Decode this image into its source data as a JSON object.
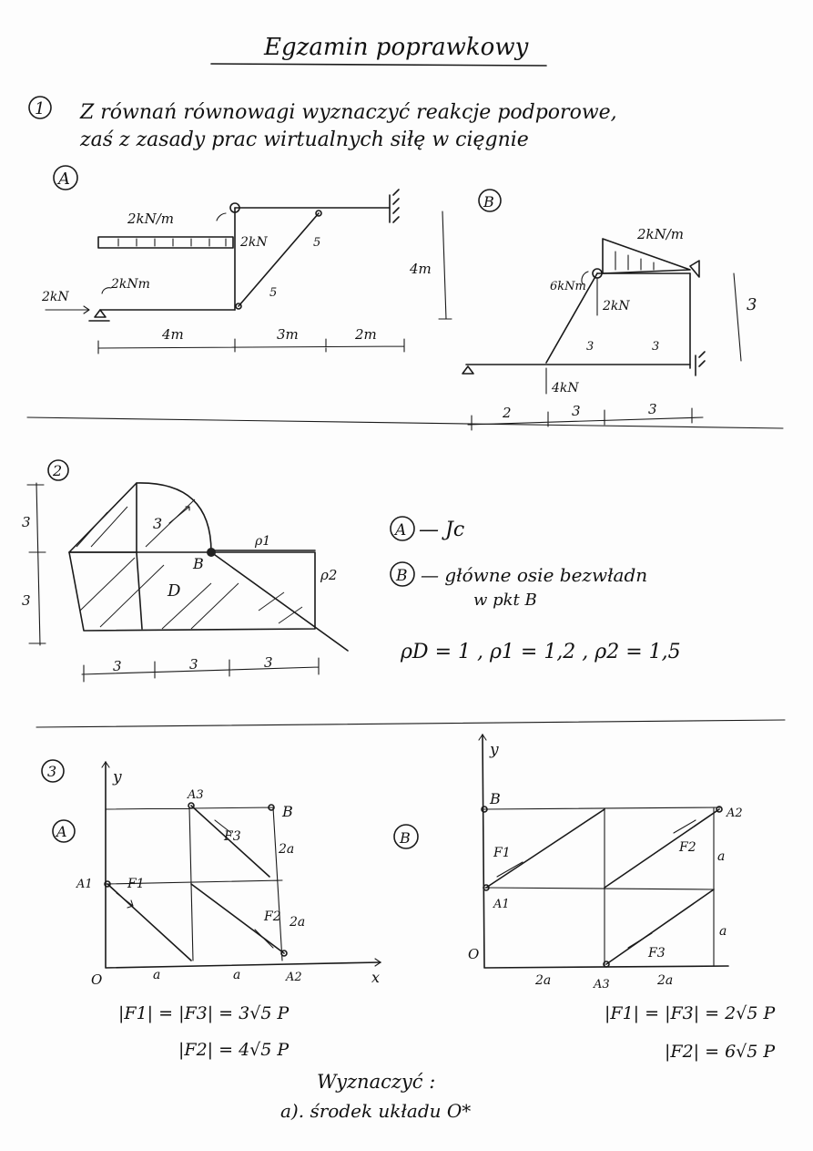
{
  "title": "Egzamin poprawkowy",
  "problem1": {
    "number": "1",
    "text_line1": "Z równań równowagi wyznaczyć reakcje podporowe,",
    "text_line2": "zaś z zasady prac wirtualnych siłę w cięgnie",
    "partA": {
      "label": "A",
      "dist_load": "2kN/m",
      "point_force": "2kN",
      "moment_left": "2kNm",
      "force_left": "2kN",
      "height": "4m",
      "bar_num_top": "5",
      "bar_num_bottom": "5",
      "dims": [
        "4m",
        "3m",
        "2m"
      ]
    },
    "partB": {
      "label": "B",
      "dist_load": "2kN/m",
      "moment": "6kNm",
      "force_top": "2kN",
      "force_bottom": "4kN",
      "height": "3",
      "dims_inner": [
        "3",
        "3"
      ],
      "dims_bottom": [
        "2",
        "3",
        "3"
      ]
    }
  },
  "problem2": {
    "number": "2",
    "point_B": "B",
    "region_D": "D",
    "region_3": "3",
    "region_1": "ρ1",
    "region_2": "ρ2",
    "left_dims": [
      "3",
      "3"
    ],
    "bottom_dims": [
      "3",
      "3",
      "3"
    ],
    "task_A_label": "A",
    "task_A_text": "— Jc",
    "task_B_label": "B",
    "task_B_text1": "— główne osie bezwładn",
    "task_B_text2": "w pkt B",
    "densities": "ρD = 1  ,  ρ1 = 1,2  ,  ρ2 = 1,5"
  },
  "problem3": {
    "number": "3",
    "partA": {
      "label": "A",
      "axis_y": "y",
      "axis_x": "x",
      "origin": "O",
      "points": [
        "A1",
        "A2",
        "A3",
        "B"
      ],
      "forces": [
        "F1",
        "F2",
        "F3"
      ],
      "dims_x": [
        "a",
        "a"
      ],
      "dims_y": [
        "2a",
        "2a"
      ],
      "mag1": "|F1| = |F3| = 3√5 P",
      "mag2": "|F2| = 4√5 P"
    },
    "partB": {
      "label": "B",
      "axis_y": "y",
      "origin": "O",
      "points": [
        "A1",
        "A2",
        "A3",
        "B"
      ],
      "forces": [
        "F1",
        "F2",
        "F3"
      ],
      "dims_x": [
        "2a",
        "2a"
      ],
      "dims_y": [
        "a",
        "a"
      ],
      "mag1": "|F1| = |F3| = 2√5 P",
      "mag2": "|F2| = 6√5 P"
    }
  },
  "footer": {
    "line1": "Wyznaczyć :",
    "line2": "a). środek układu O*"
  }
}
